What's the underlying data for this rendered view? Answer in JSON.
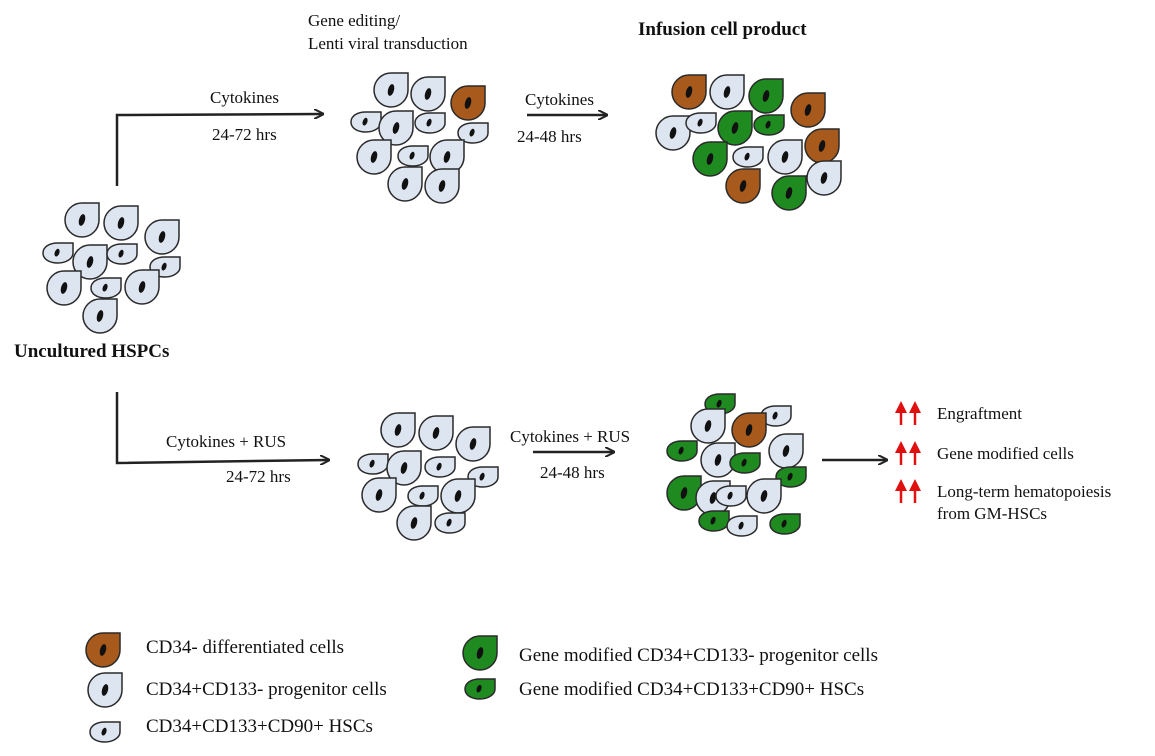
{
  "colors": {
    "hspc_fill": "#dde5f0",
    "differentiated_fill": "#a85a1c",
    "modified_fill": "#1f8a1f",
    "outline": "#2a2a2a",
    "up_arrow": "#e01010"
  },
  "top_path": {
    "step1_label": "Cytokines",
    "step1_time": "24-72 hrs",
    "editing_label_line1": "Gene editing/",
    "editing_label_line2": "Lenti viral transduction",
    "step2_label": "Cytokines",
    "step2_time": "24-48 hrs",
    "product_title": "Infusion cell product"
  },
  "start_label": "Uncultured HSPCs",
  "bottom_path": {
    "step1_label": "Cytokines + RUS",
    "step1_time": "24-72 hrs",
    "step2_label": "Cytokines + RUS",
    "step2_time": "24-48 hrs"
  },
  "outcomes": [
    {
      "text": "Engraftment",
      "icon": "double-up-arrow-icon"
    },
    {
      "text": "Gene modified cells",
      "icon": "double-up-arrow-icon"
    },
    {
      "text": "Long-term hematopoiesis",
      "text2": "from GM-HSCs",
      "icon": "double-up-arrow-icon"
    }
  ],
  "legend": [
    {
      "type": "diff",
      "label": "CD34- differentiated cells"
    },
    {
      "type": "prog",
      "label": "CD34+CD133- progenitor cells"
    },
    {
      "type": "hsc",
      "label": "CD34+CD133+CD90+ HSCs"
    },
    {
      "type": "gm-prog",
      "label": "Gene modified CD34+CD133- progenitor cells"
    },
    {
      "type": "gm-hsc",
      "label": "Gene modified CD34+CD133+CD90+ HSCs"
    }
  ]
}
